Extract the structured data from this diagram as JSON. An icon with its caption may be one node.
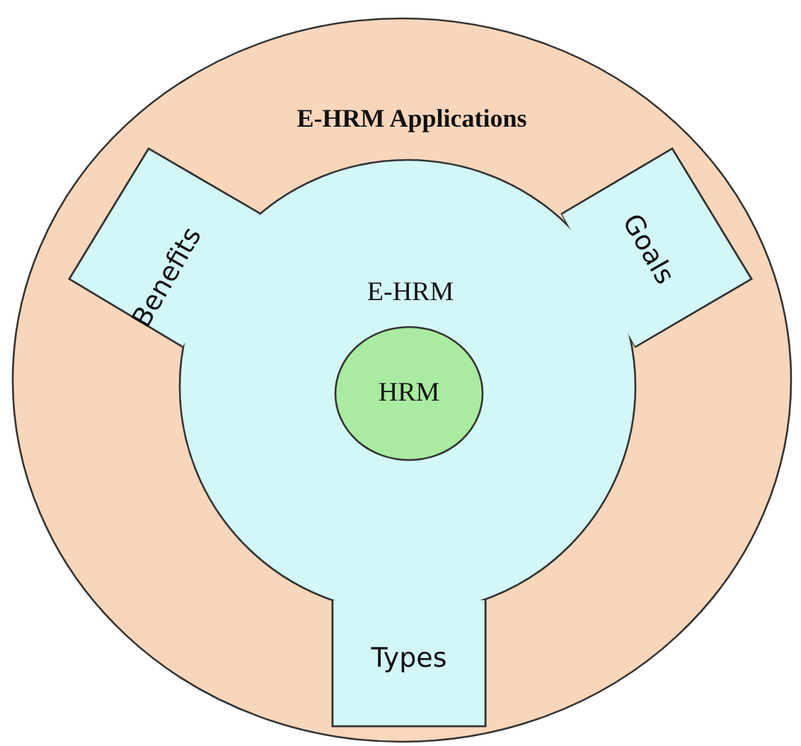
{
  "diagram": {
    "nodes": [
      {
        "text": [
          "E-HRM Applications"
        ]
      },
      {
        "text": [
          "Benefits",
          "Goals",
          "E-HRM",
          "Types"
        ],
        "in": 0
      },
      {
        "text": [
          "HRM"
        ],
        "in": 1
      }
    ]
  }
}
